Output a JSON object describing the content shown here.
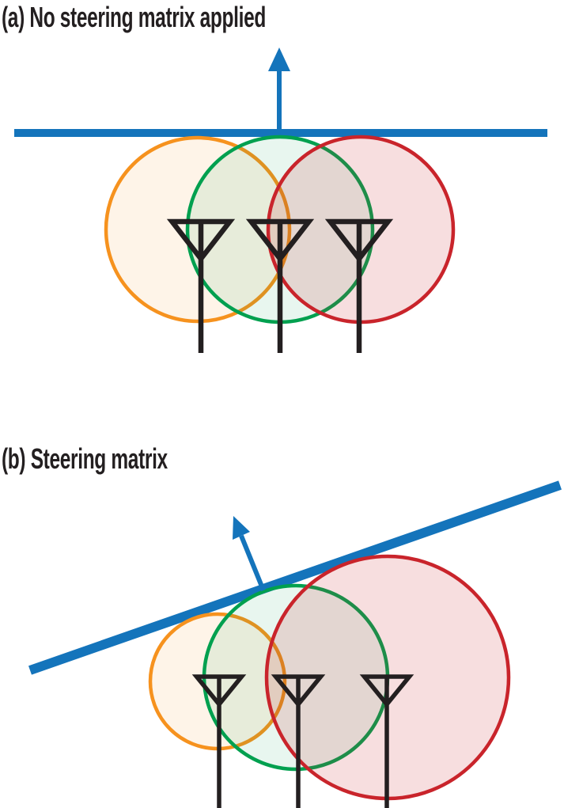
{
  "panels": {
    "a": {
      "label": "(a) No steering matrix applied",
      "wavefront": "flat horizontal wavefront",
      "beam_direction": "straight up",
      "antenna_count": 3,
      "coverage_circles": [
        {
          "position": "left",
          "color_name": "orange",
          "size": "equal"
        },
        {
          "position": "center",
          "color_name": "green",
          "size": "equal"
        },
        {
          "position": "right",
          "color_name": "red",
          "size": "equal"
        }
      ]
    },
    "b": {
      "label": "(b) Steering matrix",
      "wavefront": "tilted wavefront",
      "beam_direction": "up and to the left (steered)",
      "antenna_count": 3,
      "coverage_circles": [
        {
          "position": "left",
          "color_name": "orange",
          "size": "small"
        },
        {
          "position": "center",
          "color_name": "green",
          "size": "medium"
        },
        {
          "position": "right",
          "color_name": "red",
          "size": "large"
        }
      ]
    }
  },
  "colors": {
    "wavefront_blue": "#1474BB",
    "coverage_orange": "#F6921E",
    "coverage_green": "#00A04F",
    "coverage_red": "#C9242B",
    "antenna_black": "#231F20",
    "background": "#FFFFFF"
  },
  "icons": {
    "antenna": "dipole antenna symbol: black outlined downward triangle on a vertical mast",
    "beam_arrow": "blue arrow showing beam direction, perpendicular to wavefront line"
  }
}
